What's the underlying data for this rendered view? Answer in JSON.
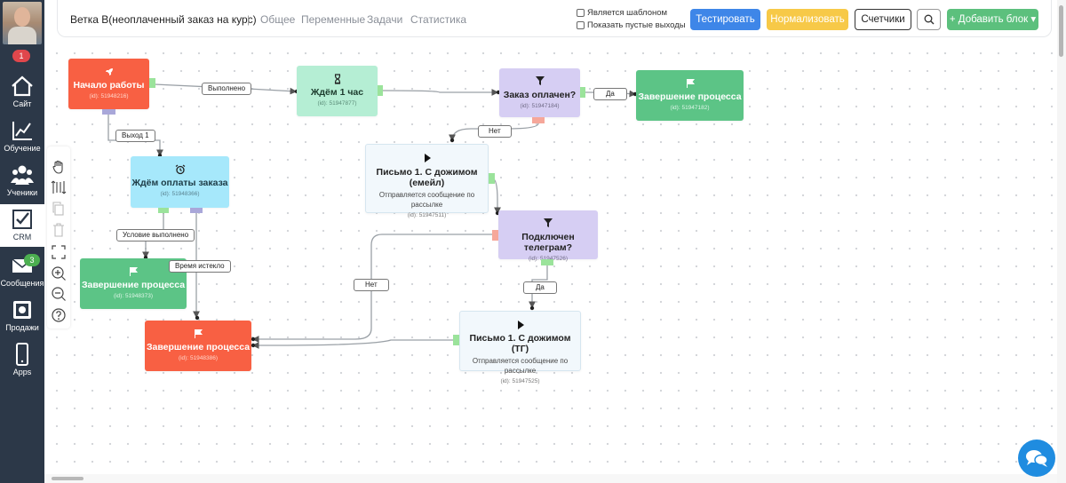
{
  "sidebar": {
    "notifications": "1",
    "items": [
      {
        "label": "Сайт",
        "icon": "house-icon"
      },
      {
        "label": "Обучение",
        "icon": "chart-icon"
      },
      {
        "label": "Ученики",
        "icon": "users-icon"
      },
      {
        "label": "CRM",
        "icon": "checkbox-icon"
      },
      {
        "label": "Сообщения",
        "icon": "envelope-icon",
        "badge": "3"
      },
      {
        "label": "Продажи",
        "icon": "register-icon"
      },
      {
        "label": "Apps",
        "icon": "phone-icon"
      }
    ]
  },
  "header": {
    "title": "Ветка B(неоплаченный заказ на курс)",
    "separator": "|",
    "tabs": [
      "Общее",
      "Переменные",
      "Задачи",
      "Статистика"
    ],
    "checkbox_template": "Является шаблоном",
    "checkbox_empty_exits": "Показать пустые выходы",
    "btn_test": "Тестировать",
    "btn_normalize": "Нормализовать",
    "btn_counters": "Счетчики",
    "btn_add_block": "+ Добавить блок",
    "add_block_caret": "▾"
  },
  "tools": [
    "hand-icon",
    "fit-icon",
    "copy-icon",
    "trash-icon",
    "fullscreen-icon",
    "zoom-in-icon",
    "zoom-out-icon",
    "help-icon"
  ],
  "nodes": {
    "start": {
      "title": "Начало работы",
      "id": "(id): 51948216)",
      "icon": "rocket-icon"
    },
    "wait1h": {
      "title": "Ждём 1 час",
      "id": "(id): 51947877)",
      "icon": "hourglass-icon"
    },
    "paid": {
      "title": "Заказ оплачен?",
      "id": "(id): 51947184)",
      "icon": "filter-icon"
    },
    "finish1": {
      "title": "Завершение процесса",
      "id": "(id): 51947182)",
      "icon": "flag-icon"
    },
    "waitpay": {
      "title": "Ждём оплаты заказа",
      "id": "(id): 51948366)",
      "icon": "alarm-icon"
    },
    "email": {
      "title": "Письмо 1. С дожимом (емейл)",
      "desc": "Отправляется сообщение по рассылке",
      "id": "(id): 51947511)",
      "icon": "play-icon"
    },
    "tg": {
      "title": "Подключен телеграм?",
      "id": "(id): 51947526)",
      "icon": "filter-icon"
    },
    "finish2": {
      "title": "Завершение процесса",
      "id": "(id): 51948373)",
      "icon": "flag-icon"
    },
    "finish3": {
      "title": "Завершение процесса",
      "id": "(id): 51948386)",
      "icon": "flag-icon"
    },
    "tgmsg": {
      "title": "Письмо 1. С дожимом (ТГ)",
      "desc": "Отправляется сообщение по рассылке",
      "id": "(id): 51947525)",
      "icon": "play-icon"
    }
  },
  "edge_labels": {
    "done": "Выполнено",
    "exit1": "Выход 1",
    "yes1": "Да",
    "no1": "Нет",
    "cond_met": "Условие выполнено",
    "timeout": "Время истекло",
    "no2": "Нет",
    "yes2": "Да"
  },
  "colors": {
    "sidebar_bg": "#2c3848",
    "red": "#f86043",
    "mint": "#b5eed4",
    "lavender": "#d6cef3",
    "green": "#5cc486",
    "cyan": "#a6e8fb",
    "primary": "#3e86e8",
    "warning": "#f7c948",
    "success": "#5cc07d"
  }
}
